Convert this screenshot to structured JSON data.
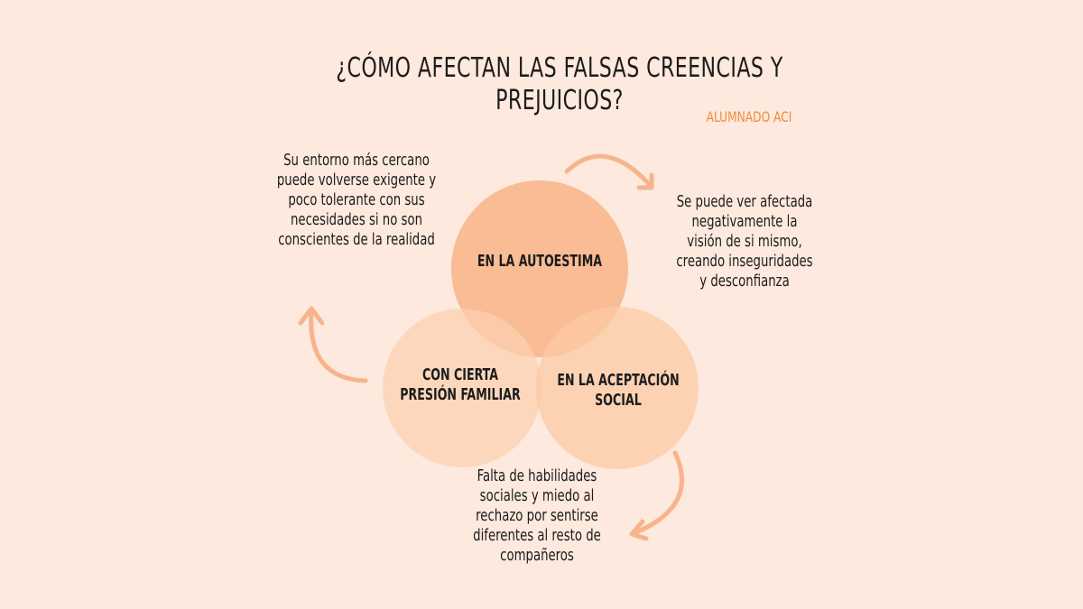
{
  "title": "¿CÓMO AFECTAN LAS FALSAS CREENCIAS Y\nPREJUICIOS?",
  "subtitle": "ALUMNADO ACI",
  "circles": [
    {
      "label": "EN LA AUTOESTIMA",
      "color": "#f8b78c"
    },
    {
      "label": "CON CIERTA\nPRESIÓN FAMILIAR",
      "color": "#fbd0b0"
    },
    {
      "label": "EN LA ACEPTACIÓN\nSOCIAL",
      "color": "#fbcba7"
    }
  ],
  "notes": {
    "family": "Su entorno más cercano\npuede volverse exigente y\npoco tolerante con sus\nnecesidades si no son\nconscientes de la realidad",
    "selfesteem": "Se puede ver afectada\nnegativamente la\nvisión de si mismo,\ncreando inseguridades\ny desconfianza",
    "social": "Falta de habilidades\nsociales y miedo al\nrechazo por sentirse\ndiferentes al resto de\ncompañeros"
  },
  "arrow_color": "#f7b48c"
}
